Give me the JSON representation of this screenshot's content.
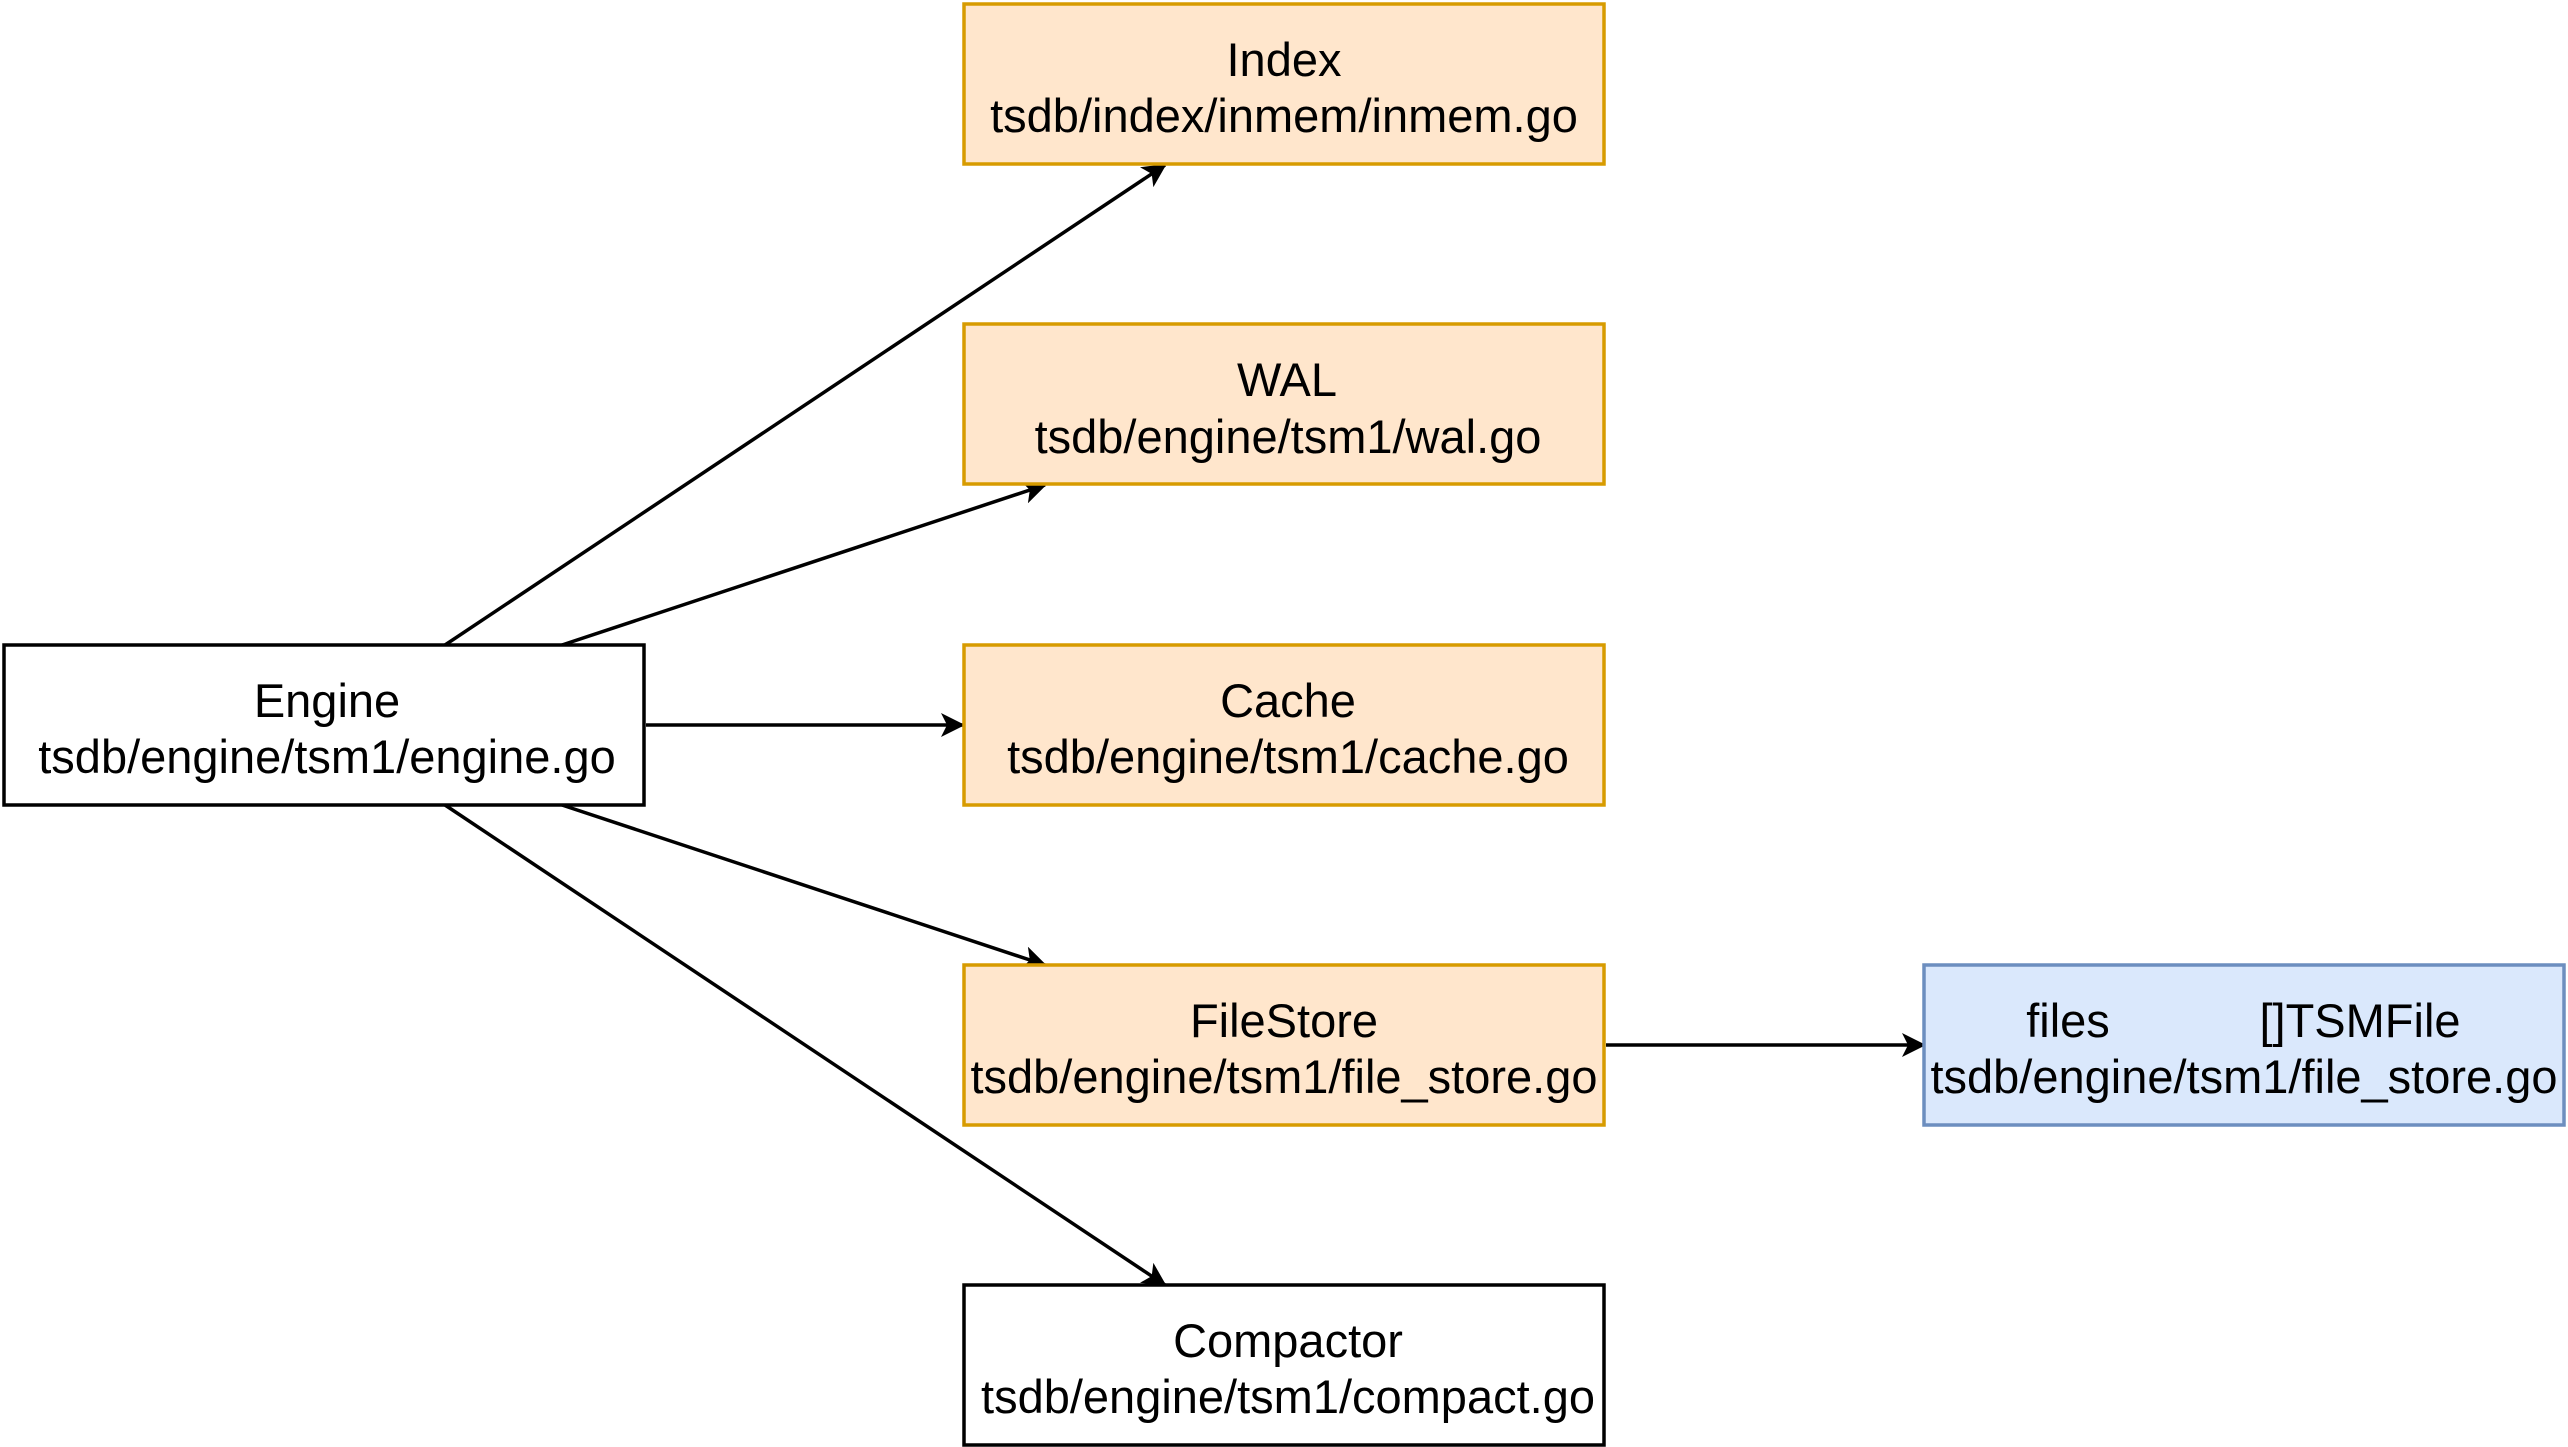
{
  "nodes": {
    "index": {
      "title": "Index",
      "path": "tsdb/index/inmem/inmem.go"
    },
    "wal": {
      "title": "WAL",
      "path": "tsdb/engine/tsm1/wal.go"
    },
    "engine": {
      "title": "Engine",
      "path": "tsdb/engine/tsm1/engine.go"
    },
    "cache": {
      "title": "Cache",
      "path": "tsdb/engine/tsm1/cache.go"
    },
    "filestore": {
      "title": "FileStore",
      "path": "tsdb/engine/tsm1/file_store.go"
    },
    "files": {
      "field": "files",
      "type": "[]TSMFile",
      "path": "tsdb/engine/tsm1/file_store.go"
    },
    "compactor": {
      "title": "Compactor",
      "path": "tsdb/engine/tsm1/compact.go"
    }
  },
  "colors": {
    "orange_fill": "#ffe6cc",
    "orange_stroke": "#d79b00",
    "blue_fill": "#dae8fc",
    "blue_stroke": "#6c8ebf",
    "black": "#000000",
    "white": "#ffffff"
  }
}
